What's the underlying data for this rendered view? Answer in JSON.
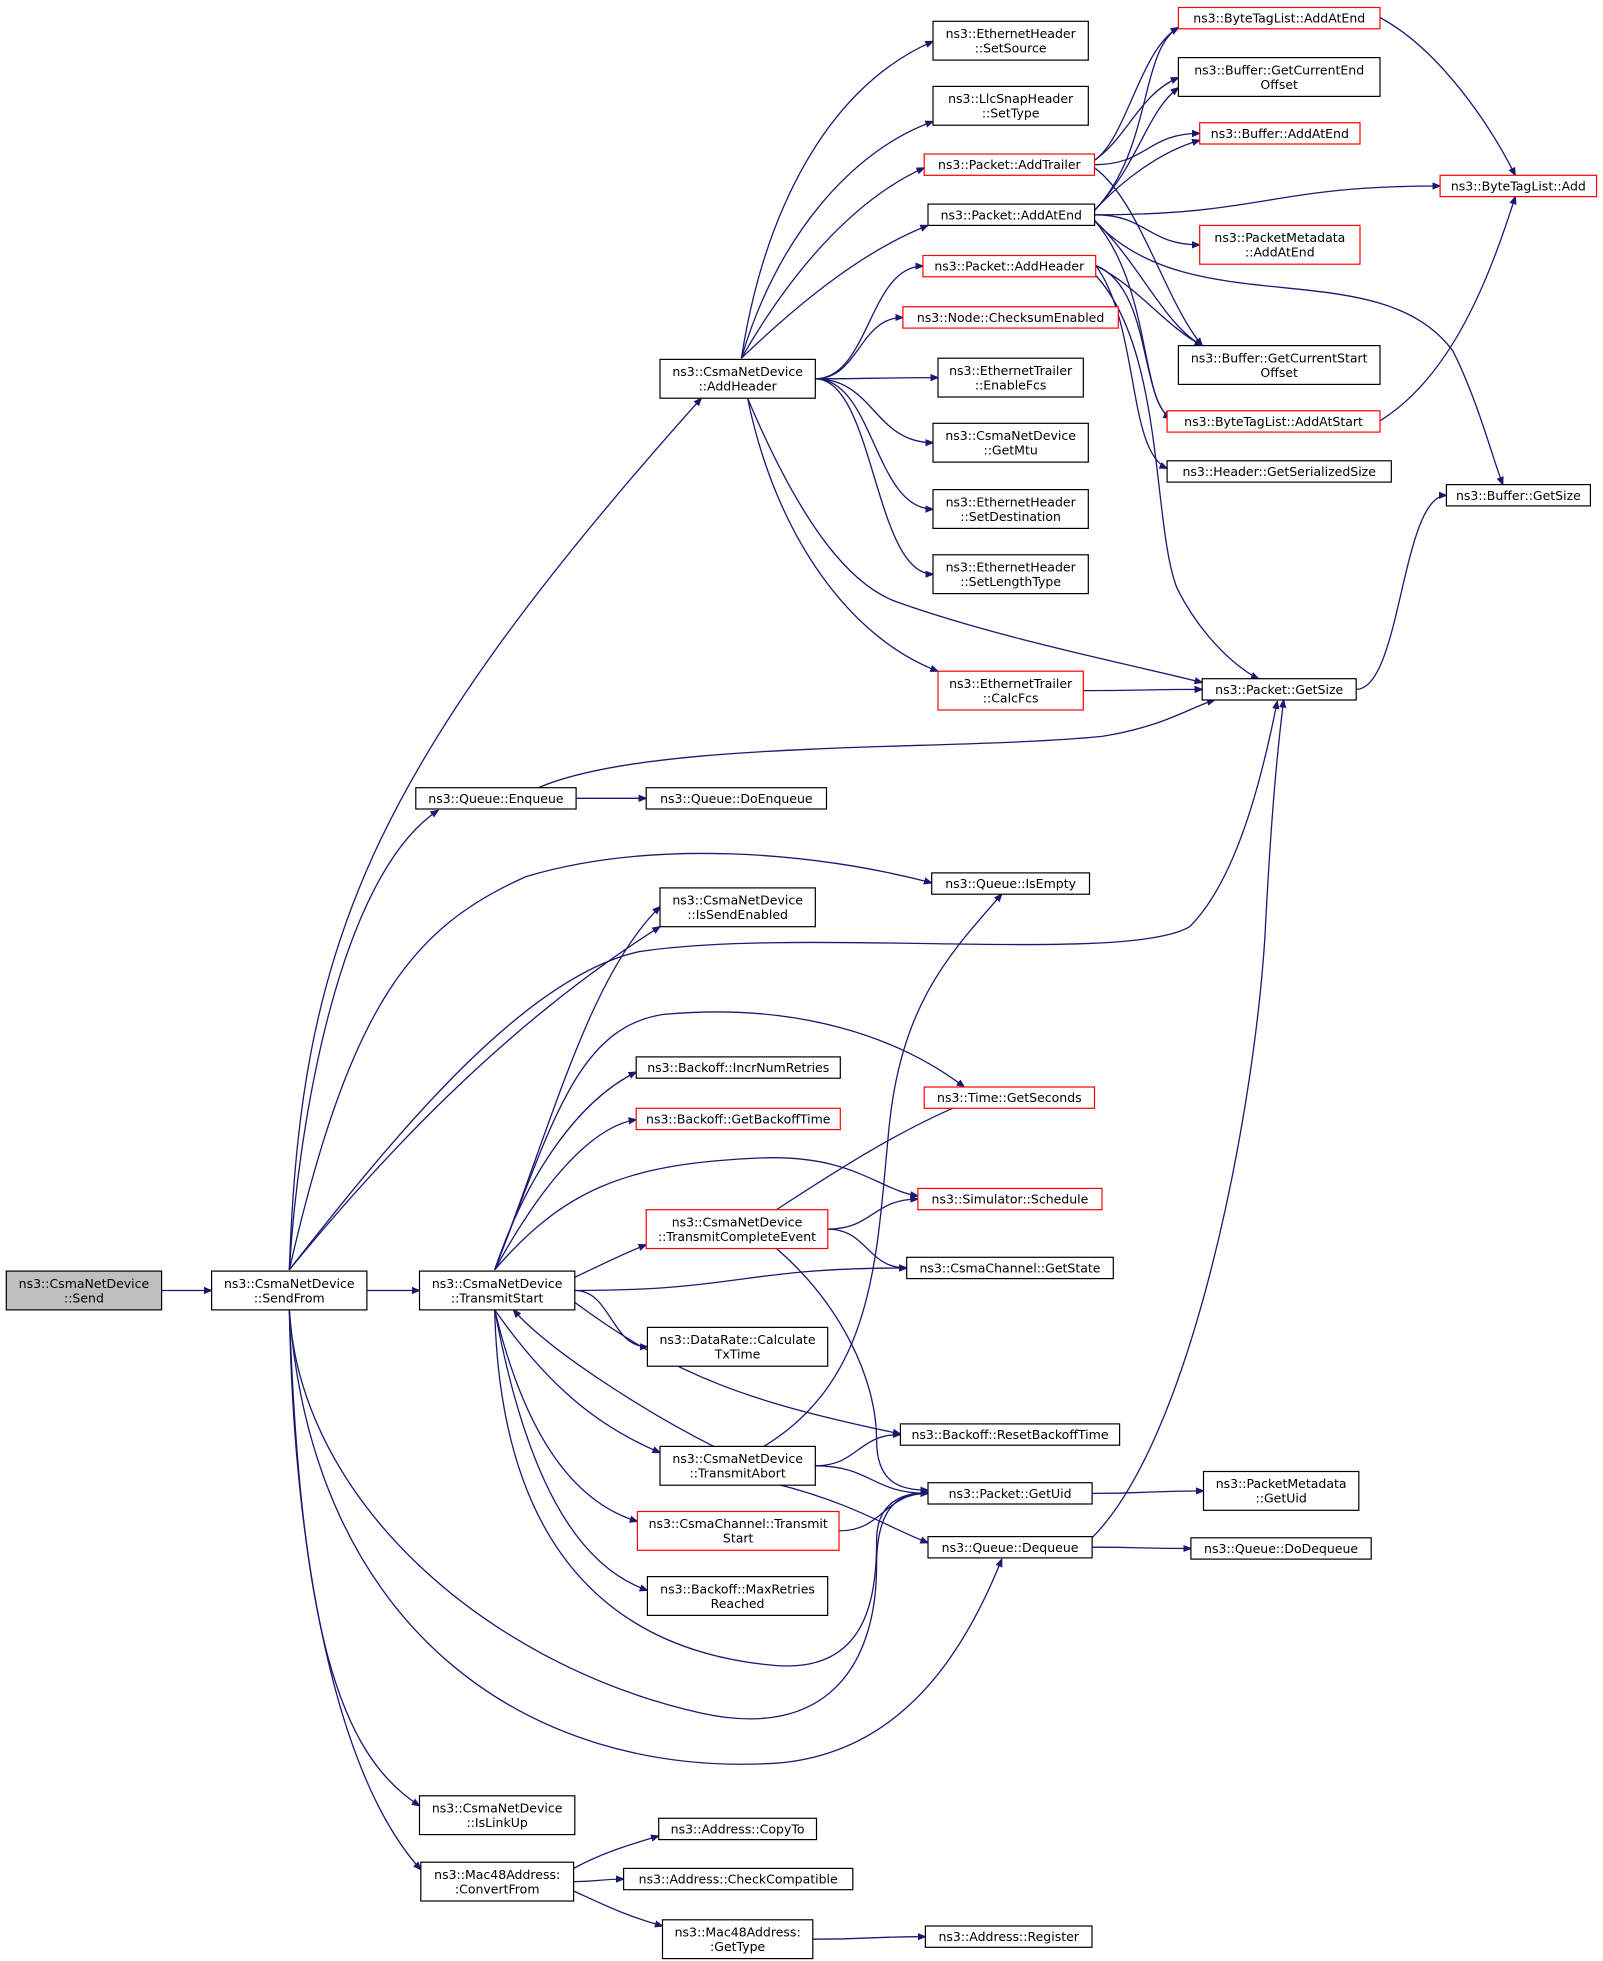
{
  "colors": {
    "edge": "#191970",
    "border_default": "#000000",
    "border_truncated": "#ff0000",
    "fill_default": "#ffffff",
    "fill_root": "#bfbfbf"
  },
  "nodes": {
    "send": {
      "lines": [
        "ns3::CsmaNetDevice",
        "::Send"
      ],
      "style": "root"
    },
    "sendfrom": {
      "lines": [
        "ns3::CsmaNetDevice",
        "::SendFrom"
      ],
      "style": "default"
    },
    "addheader_dev": {
      "lines": [
        "ns3::CsmaNetDevice",
        "::AddHeader"
      ],
      "style": "default"
    },
    "eth_setsource": {
      "lines": [
        "ns3::EthernetHeader",
        "::SetSource"
      ],
      "style": "default"
    },
    "llc_settype": {
      "lines": [
        "ns3::LlcSnapHeader",
        "::SetType"
      ],
      "style": "default"
    },
    "pkt_addtrailer": {
      "lines": [
        "ns3::Packet::AddTrailer"
      ],
      "style": "truncated"
    },
    "pkt_addatend": {
      "lines": [
        "ns3::Packet::AddAtEnd"
      ],
      "style": "default"
    },
    "pkt_addheader": {
      "lines": [
        "ns3::Packet::AddHeader"
      ],
      "style": "truncated"
    },
    "node_checksum": {
      "lines": [
        "ns3::Node::ChecksumEnabled"
      ],
      "style": "truncated"
    },
    "ethtr_enablefcs": {
      "lines": [
        "ns3::EthernetTrailer",
        "::EnableFcs"
      ],
      "style": "default"
    },
    "dev_getmtu": {
      "lines": [
        "ns3::CsmaNetDevice",
        "::GetMtu"
      ],
      "style": "default"
    },
    "eth_setdest": {
      "lines": [
        "ns3::EthernetHeader",
        "::SetDestination"
      ],
      "style": "default"
    },
    "eth_setlentype": {
      "lines": [
        "ns3::EthernetHeader",
        "::SetLengthType"
      ],
      "style": "default"
    },
    "ethtr_calcfcs": {
      "lines": [
        "ns3::EthernetTrailer",
        "::CalcFcs"
      ],
      "style": "truncated"
    },
    "btl_addatend": {
      "lines": [
        "ns3::ByteTagList::AddAtEnd"
      ],
      "style": "truncated"
    },
    "buf_getcurend": {
      "lines": [
        "ns3::Buffer::GetCurrentEnd",
        "Offset"
      ],
      "style": "default"
    },
    "buf_addatend": {
      "lines": [
        "ns3::Buffer::AddAtEnd"
      ],
      "style": "truncated"
    },
    "pm_addatend": {
      "lines": [
        "ns3::PacketMetadata",
        "::AddAtEnd"
      ],
      "style": "truncated"
    },
    "buf_getcurstart": {
      "lines": [
        "ns3::Buffer::GetCurrentStart",
        "Offset"
      ],
      "style": "default"
    },
    "btl_addatstart": {
      "lines": [
        "ns3::ByteTagList::AddAtStart"
      ],
      "style": "truncated"
    },
    "hdr_getsersize": {
      "lines": [
        "ns3::Header::GetSerializedSize"
      ],
      "style": "default"
    },
    "btl_add": {
      "lines": [
        "ns3::ByteTagList::Add"
      ],
      "style": "truncated"
    },
    "buf_getsize": {
      "lines": [
        "ns3::Buffer::GetSize"
      ],
      "style": "default"
    },
    "pkt_getsize": {
      "lines": [
        "ns3::Packet::GetSize"
      ],
      "style": "default"
    },
    "q_enqueue": {
      "lines": [
        "ns3::Queue::Enqueue"
      ],
      "style": "default"
    },
    "q_doenqueue": {
      "lines": [
        "ns3::Queue::DoEnqueue"
      ],
      "style": "default"
    },
    "q_isempty": {
      "lines": [
        "ns3::Queue::IsEmpty"
      ],
      "style": "default"
    },
    "dev_issendenabled": {
      "lines": [
        "ns3::CsmaNetDevice",
        "::IsSendEnabled"
      ],
      "style": "default"
    },
    "bo_incr": {
      "lines": [
        "ns3::Backoff::IncrNumRetries"
      ],
      "style": "default"
    },
    "time_getseconds": {
      "lines": [
        "ns3::Time::GetSeconds"
      ],
      "style": "truncated"
    },
    "bo_getbackoff": {
      "lines": [
        "ns3::Backoff::GetBackoffTime"
      ],
      "style": "truncated"
    },
    "sim_schedule": {
      "lines": [
        "ns3::Simulator::Schedule"
      ],
      "style": "truncated"
    },
    "dev_txcomplete": {
      "lines": [
        "ns3::CsmaNetDevice",
        "::TransmitCompleteEvent"
      ],
      "style": "truncated"
    },
    "dev_txstart": {
      "lines": [
        "ns3::CsmaNetDevice",
        "::TransmitStart"
      ],
      "style": "default"
    },
    "ch_getstate": {
      "lines": [
        "ns3::CsmaChannel::GetState"
      ],
      "style": "default"
    },
    "dr_calctx": {
      "lines": [
        "ns3::DataRate::Calculate",
        "TxTime"
      ],
      "style": "default"
    },
    "bo_reset": {
      "lines": [
        "ns3::Backoff::ResetBackoffTime"
      ],
      "style": "default"
    },
    "dev_txabort": {
      "lines": [
        "ns3::CsmaNetDevice",
        "::TransmitAbort"
      ],
      "style": "default"
    },
    "pkt_getuid": {
      "lines": [
        "ns3::Packet::GetUid"
      ],
      "style": "default"
    },
    "pm_getuid": {
      "lines": [
        "ns3::PacketMetadata",
        "::GetUid"
      ],
      "style": "default"
    },
    "ch_txstart": {
      "lines": [
        "ns3::CsmaChannel::Transmit",
        "Start"
      ],
      "style": "truncated"
    },
    "q_dequeue": {
      "lines": [
        "ns3::Queue::Dequeue"
      ],
      "style": "default"
    },
    "q_dodequeue": {
      "lines": [
        "ns3::Queue::DoDequeue"
      ],
      "style": "default"
    },
    "bo_maxretries": {
      "lines": [
        "ns3::Backoff::MaxRetries",
        "Reached"
      ],
      "style": "default"
    },
    "dev_islinkup": {
      "lines": [
        "ns3::CsmaNetDevice",
        "::IsLinkUp"
      ],
      "style": "default"
    },
    "mac_convertfrom": {
      "lines": [
        "ns3::Mac48Address:",
        ":ConvertFrom"
      ],
      "style": "default"
    },
    "addr_copyto": {
      "lines": [
        "ns3::Address::CopyTo"
      ],
      "style": "default"
    },
    "addr_checkcompat": {
      "lines": [
        "ns3::Address::CheckCompatible"
      ],
      "style": "default"
    },
    "mac_gettype": {
      "lines": [
        "ns3::Mac48Address:",
        ":GetType"
      ],
      "style": "default"
    },
    "addr_register": {
      "lines": [
        "ns3::Address::Register"
      ],
      "style": "default"
    }
  },
  "edges": [
    [
      "send",
      "sendfrom"
    ],
    [
      "sendfrom",
      "addheader_dev"
    ],
    [
      "sendfrom",
      "q_enqueue"
    ],
    [
      "sendfrom",
      "q_isempty"
    ],
    [
      "sendfrom",
      "dev_issendenabled"
    ],
    [
      "sendfrom",
      "pkt_getsize"
    ],
    [
      "sendfrom",
      "dev_txstart"
    ],
    [
      "sendfrom",
      "pkt_getuid"
    ],
    [
      "sendfrom",
      "q_dequeue"
    ],
    [
      "sendfrom",
      "dev_islinkup"
    ],
    [
      "sendfrom",
      "mac_convertfrom"
    ],
    [
      "addheader_dev",
      "eth_setsource"
    ],
    [
      "addheader_dev",
      "llc_settype"
    ],
    [
      "addheader_dev",
      "pkt_addtrailer"
    ],
    [
      "addheader_dev",
      "pkt_addatend"
    ],
    [
      "addheader_dev",
      "pkt_addheader"
    ],
    [
      "addheader_dev",
      "node_checksum"
    ],
    [
      "addheader_dev",
      "ethtr_enablefcs"
    ],
    [
      "addheader_dev",
      "dev_getmtu"
    ],
    [
      "addheader_dev",
      "eth_setdest"
    ],
    [
      "addheader_dev",
      "eth_setlentype"
    ],
    [
      "addheader_dev",
      "pkt_getsize"
    ],
    [
      "addheader_dev",
      "ethtr_calcfcs"
    ],
    [
      "pkt_addtrailer",
      "btl_addatend"
    ],
    [
      "pkt_addtrailer",
      "buf_getcurend"
    ],
    [
      "pkt_addtrailer",
      "buf_addatend"
    ],
    [
      "pkt_addtrailer",
      "buf_getcurstart"
    ],
    [
      "pkt_addatend",
      "btl_addatend"
    ],
    [
      "pkt_addatend",
      "buf_getcurend"
    ],
    [
      "pkt_addatend",
      "buf_addatend"
    ],
    [
      "pkt_addatend",
      "btl_add"
    ],
    [
      "pkt_addatend",
      "pm_addatend"
    ],
    [
      "pkt_addatend",
      "buf_getcurstart"
    ],
    [
      "pkt_addatend",
      "btl_addatstart"
    ],
    [
      "pkt_addatend",
      "buf_getsize"
    ],
    [
      "pkt_addheader",
      "buf_getcurstart"
    ],
    [
      "pkt_addheader",
      "btl_addatstart"
    ],
    [
      "pkt_addheader",
      "hdr_getsersize"
    ],
    [
      "pkt_addheader",
      "pkt_getsize"
    ],
    [
      "btl_addatend",
      "btl_add"
    ],
    [
      "btl_addatstart",
      "btl_add"
    ],
    [
      "ethtr_calcfcs",
      "pkt_getsize"
    ],
    [
      "pkt_getsize",
      "buf_getsize"
    ],
    [
      "q_enqueue",
      "pkt_getsize"
    ],
    [
      "q_enqueue",
      "q_doenqueue"
    ],
    [
      "dev_txstart",
      "dev_issendenabled"
    ],
    [
      "dev_txstart",
      "time_getseconds"
    ],
    [
      "dev_txstart",
      "bo_incr"
    ],
    [
      "dev_txstart",
      "bo_getbackoff"
    ],
    [
      "dev_txstart",
      "sim_schedule"
    ],
    [
      "dev_txstart",
      "dev_txcomplete"
    ],
    [
      "dev_txstart",
      "ch_getstate"
    ],
    [
      "dev_txstart",
      "dr_calctx"
    ],
    [
      "dev_txstart",
      "bo_reset"
    ],
    [
      "dev_txstart",
      "dev_txabort"
    ],
    [
      "dev_txstart",
      "ch_txstart"
    ],
    [
      "dev_txstart",
      "bo_maxretries"
    ],
    [
      "dev_txstart",
      "pkt_getuid"
    ],
    [
      "dev_txcomplete",
      "time_getseconds"
    ],
    [
      "dev_txcomplete",
      "sim_schedule"
    ],
    [
      "dev_txcomplete",
      "ch_getstate"
    ],
    [
      "dev_txcomplete",
      "pkt_getuid"
    ],
    [
      "dev_txabort",
      "q_isempty"
    ],
    [
      "dev_txabort",
      "bo_reset"
    ],
    [
      "dev_txabort",
      "pkt_getuid"
    ],
    [
      "dev_txabort",
      "q_dequeue"
    ],
    [
      "dev_txabort",
      "dev_txstart"
    ],
    [
      "ch_txstart",
      "pkt_getuid"
    ],
    [
      "pkt_getuid",
      "pm_getuid"
    ],
    [
      "q_dequeue",
      "q_dodequeue"
    ],
    [
      "q_dequeue",
      "pkt_getsize"
    ],
    [
      "mac_convertfrom",
      "addr_copyto"
    ],
    [
      "mac_convertfrom",
      "addr_checkcompat"
    ],
    [
      "mac_convertfrom",
      "mac_gettype"
    ],
    [
      "mac_gettype",
      "addr_register"
    ]
  ]
}
